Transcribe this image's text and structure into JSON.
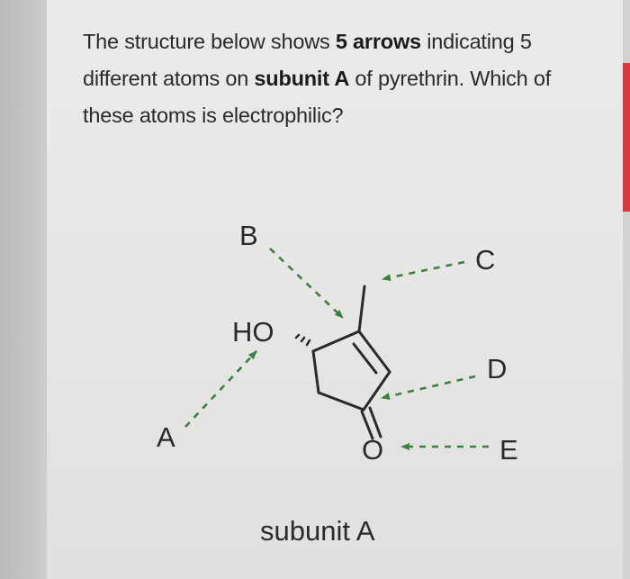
{
  "question": {
    "part1": "The structure below shows ",
    "bold1": "5 arrows",
    "part2": " indicating 5 different atoms on ",
    "bold2": "subunit A",
    "part3": " of pyrethrin. Which of these atoms is electrophilic?"
  },
  "structure": {
    "labels": {
      "a": "A",
      "b": "B",
      "c": "C",
      "d": "D",
      "e": "E"
    },
    "hydroxyl": "HO",
    "oxygen": "O",
    "caption": "subunit A"
  },
  "colors": {
    "text": "#2a2a2a",
    "arrow": "#3d7f3f",
    "bond": "#2a2a2a",
    "accent": "#e0353c"
  }
}
